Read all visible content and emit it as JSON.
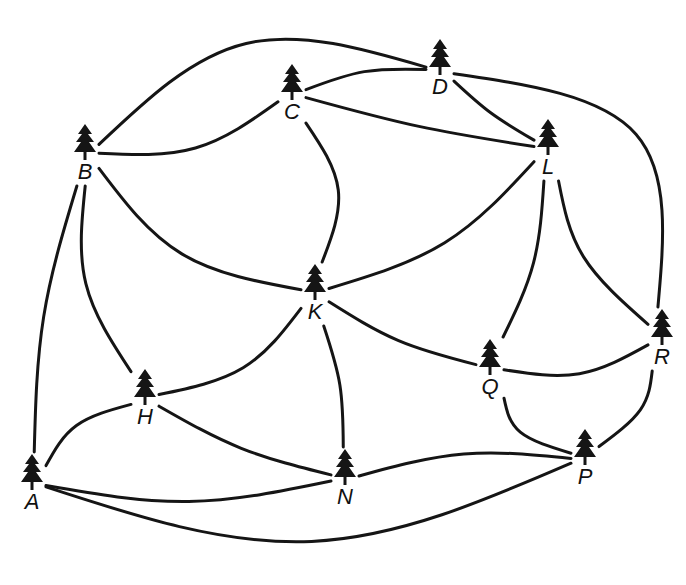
{
  "diagram": {
    "nodes": [
      {
        "text": [
          "C"
        ]
      },
      {
        "text": [
          "D"
        ]
      },
      {
        "text": [
          "B"
        ]
      },
      {
        "text": [
          "L"
        ]
      },
      {
        "text": [
          "K"
        ]
      },
      {
        "text": [
          "R"
        ]
      },
      {
        "text": [
          "Q"
        ]
      },
      {
        "text": [
          "H"
        ]
      },
      {
        "text": [
          "A"
        ]
      },
      {
        "text": [
          "N"
        ]
      },
      {
        "text": [
          "P"
        ]
      }
    ],
    "edges": [
      {
        "from": 8,
        "to": 2,
        "arrow": "none"
      },
      {
        "from": 2,
        "to": 7,
        "arrow": "none"
      },
      {
        "from": 2,
        "to": 0,
        "arrow": "none"
      },
      {
        "from": 2,
        "to": 1,
        "arrow": "none"
      },
      {
        "from": 2,
        "to": 4,
        "arrow": "none"
      },
      {
        "from": 0,
        "to": 1,
        "arrow": "none"
      },
      {
        "from": 0,
        "to": 3,
        "arrow": "none"
      },
      {
        "from": 0,
        "to": 4,
        "arrow": "none"
      },
      {
        "from": 1,
        "to": 3,
        "arrow": "none"
      },
      {
        "from": 1,
        "to": 5,
        "arrow": "none"
      },
      {
        "from": 3,
        "to": 4,
        "arrow": "none"
      },
      {
        "from": 3,
        "to": 6,
        "arrow": "none"
      },
      {
        "from": 3,
        "to": 5,
        "arrow": "none"
      },
      {
        "from": 4,
        "to": 7,
        "arrow": "none"
      },
      {
        "from": 4,
        "to": 9,
        "arrow": "none"
      },
      {
        "from": 4,
        "to": 6,
        "arrow": "none"
      },
      {
        "from": 6,
        "to": 5,
        "arrow": "none"
      },
      {
        "from": 6,
        "to": 10,
        "arrow": "none"
      },
      {
        "from": 5,
        "to": 10,
        "arrow": "none"
      },
      {
        "from": 8,
        "to": 7,
        "arrow": "none"
      },
      {
        "from": 8,
        "to": 9,
        "arrow": "none"
      },
      {
        "from": 8,
        "to": 10,
        "arrow": "none"
      },
      {
        "from": 7,
        "to": 9,
        "arrow": "none"
      },
      {
        "from": 9,
        "to": 10,
        "arrow": "none"
      }
    ]
  }
}
